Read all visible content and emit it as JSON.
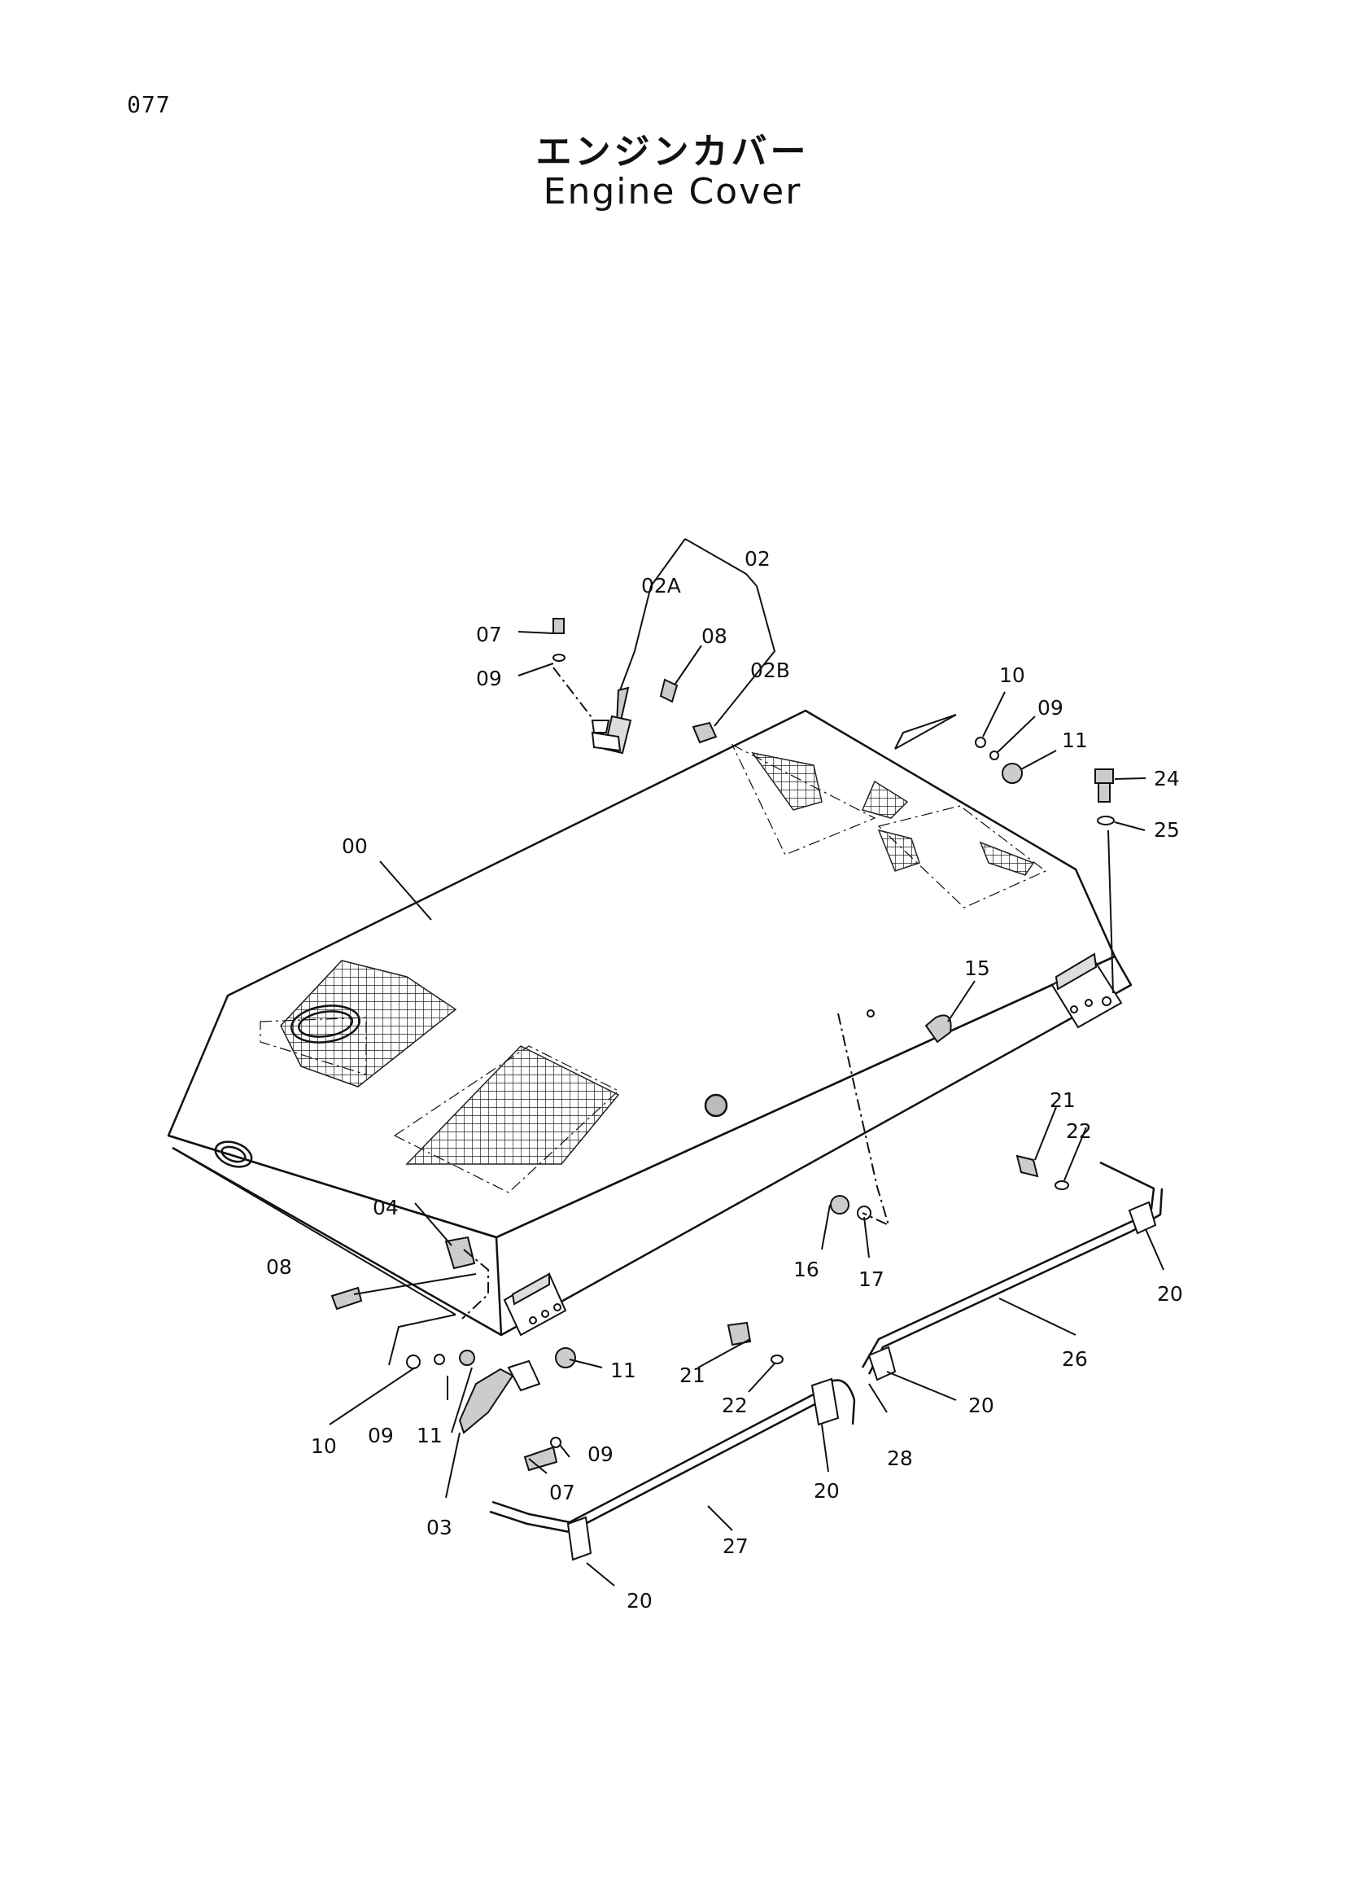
{
  "page": {
    "number": "077"
  },
  "title": {
    "ja": "エンジンカバー",
    "en": "Engine Cover"
  },
  "callouts": [
    {
      "id": "00",
      "text": "00"
    },
    {
      "id": "02",
      "text": "02"
    },
    {
      "id": "02A",
      "text": "02A"
    },
    {
      "id": "02B",
      "text": "02B"
    },
    {
      "id": "03",
      "text": "03"
    },
    {
      "id": "04",
      "text": "04"
    },
    {
      "id": "07a",
      "text": "07"
    },
    {
      "id": "07b",
      "text": "07"
    },
    {
      "id": "08a",
      "text": "08"
    },
    {
      "id": "08b",
      "text": "08"
    },
    {
      "id": "09a",
      "text": "09"
    },
    {
      "id": "09b",
      "text": "09"
    },
    {
      "id": "09c",
      "text": "09"
    },
    {
      "id": "09d",
      "text": "09"
    },
    {
      "id": "10a",
      "text": "10"
    },
    {
      "id": "10b",
      "text": "10"
    },
    {
      "id": "11a",
      "text": "11"
    },
    {
      "id": "11b",
      "text": "11"
    },
    {
      "id": "11c",
      "text": "11"
    },
    {
      "id": "15",
      "text": "15"
    },
    {
      "id": "16",
      "text": "16"
    },
    {
      "id": "17",
      "text": "17"
    },
    {
      "id": "20a",
      "text": "20"
    },
    {
      "id": "20b",
      "text": "20"
    },
    {
      "id": "20c",
      "text": "20"
    },
    {
      "id": "20d",
      "text": "20"
    },
    {
      "id": "21a",
      "text": "21"
    },
    {
      "id": "21b",
      "text": "21"
    },
    {
      "id": "22a",
      "text": "22"
    },
    {
      "id": "22b",
      "text": "22"
    },
    {
      "id": "24",
      "text": "24"
    },
    {
      "id": "25",
      "text": "25"
    },
    {
      "id": "26",
      "text": "26"
    },
    {
      "id": "27",
      "text": "27"
    },
    {
      "id": "28",
      "text": "28"
    }
  ]
}
